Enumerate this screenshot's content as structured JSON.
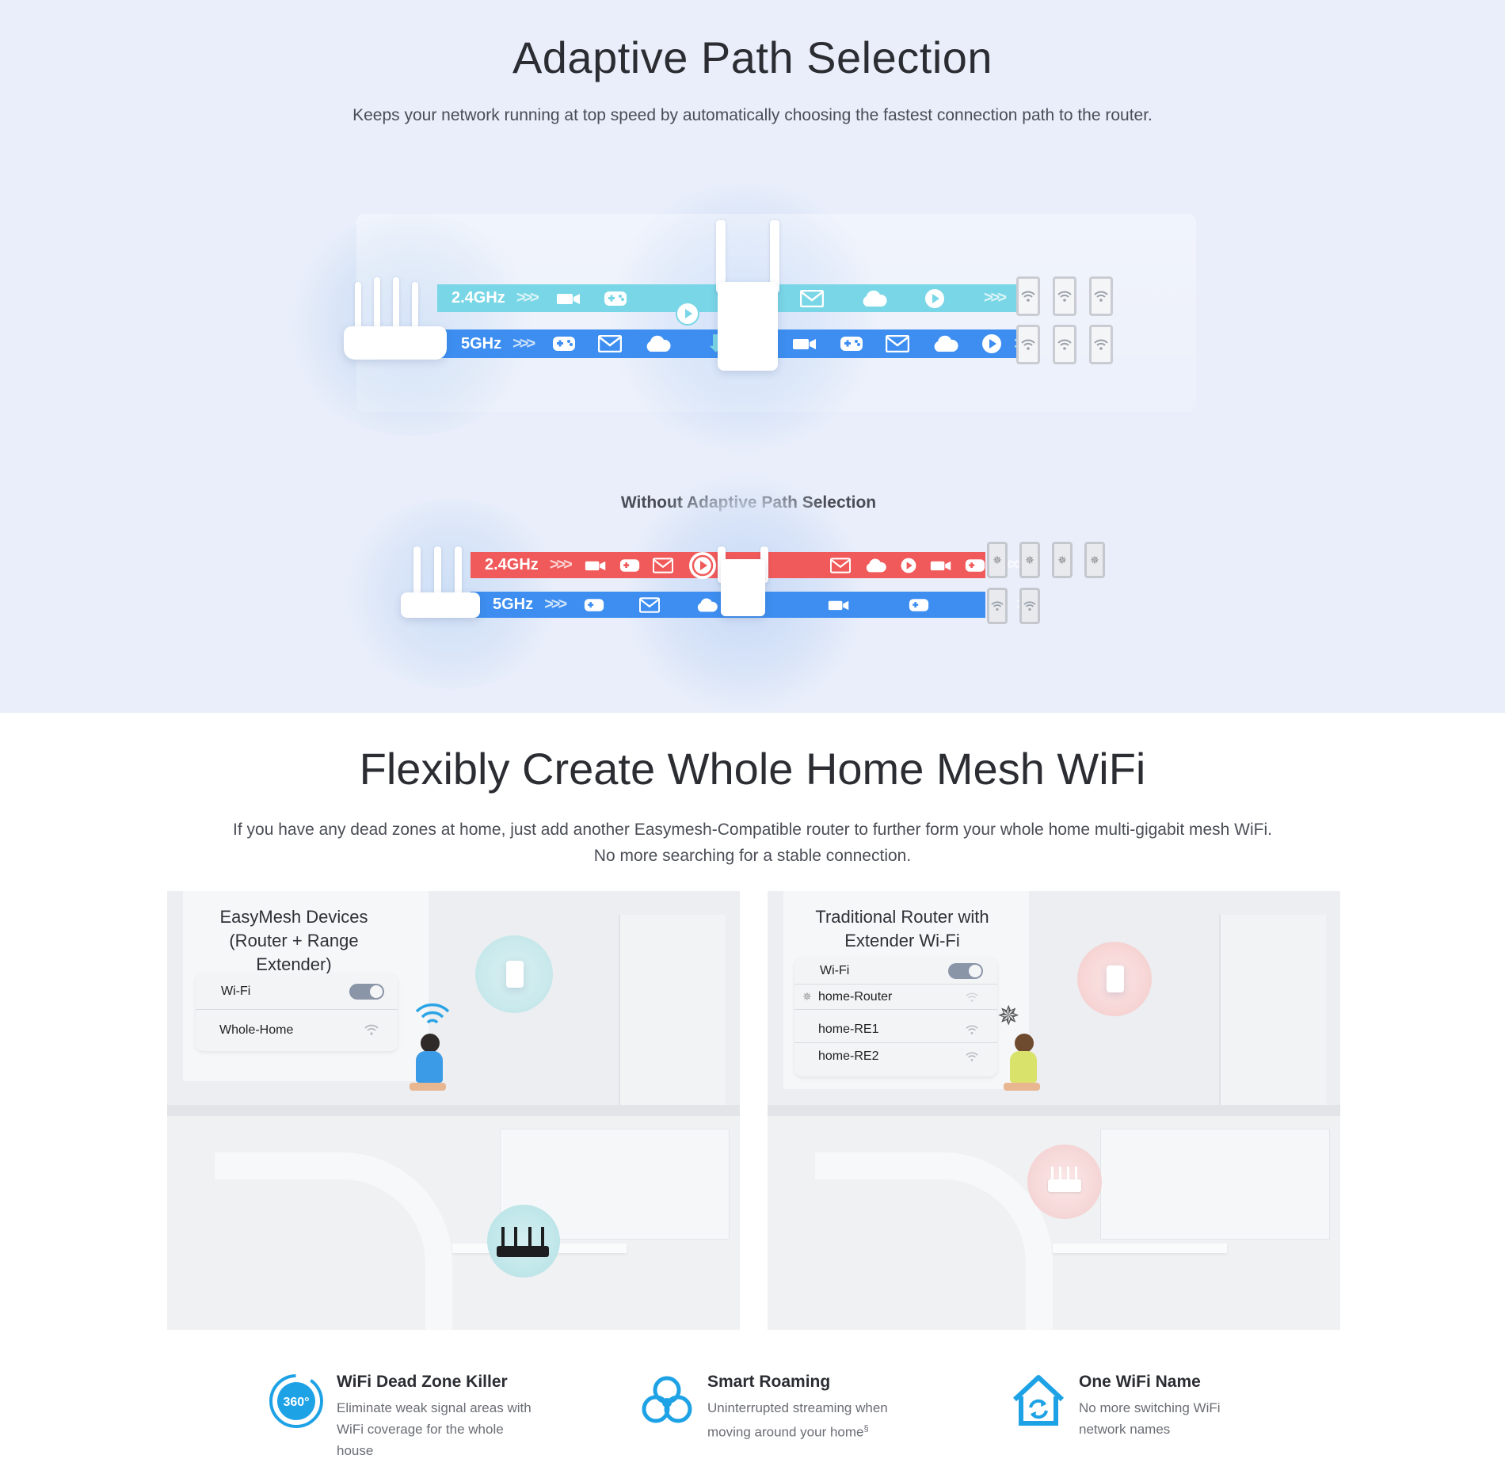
{
  "section1": {
    "title": "Adaptive Path Selection",
    "subtitle": "Keeps your network running at top speed by automatically choosing the fastest connection path to the router.",
    "with": {
      "band_24": "2.4GHz",
      "band_5": "5GHz",
      "color_24": "#79d6e6",
      "color_5": "#3d8ef0"
    },
    "without": {
      "label": "Without Adaptive Path Selection",
      "band_24": "2.4GHz",
      "band_5": "5GHz",
      "color_24": "#f05a5a",
      "color_5": "#3d8ef0"
    }
  },
  "section2": {
    "title": "Flexibly Create Whole Home Mesh WiFi",
    "subtitle": "If you have any dead zones at home, just add another Easymesh-Compatible router to further form your whole home multi-gigabit mesh WiFi. No more searching for a stable connection.",
    "left_panel": {
      "title": "EasyMesh Devices (Router + Range Extender)",
      "wifi_label": "Wi-Fi",
      "network": "Whole-Home",
      "halo_color": "#bfe6ea"
    },
    "right_panel": {
      "title": "Traditional Router with Extender Wi-Fi",
      "wifi_label": "Wi-Fi",
      "networks": [
        "home-Router",
        "home-RE1",
        "home-RE2"
      ],
      "halo_color": "#f6d2d2"
    }
  },
  "features": [
    {
      "icon": "360-coverage-icon",
      "title": "WiFi Dead Zone Killer",
      "desc": "Eliminate weak signal areas with WiFi coverage for the whole house"
    },
    {
      "icon": "smart-roaming-icon",
      "title": "Smart Roaming",
      "desc": "Uninterrupted streaming when moving around your home",
      "sup": "§"
    },
    {
      "icon": "home-sync-icon",
      "title": "One WiFi Name",
      "desc": "No more switching WiFi network names"
    }
  ],
  "accent": "#1ea2e6"
}
